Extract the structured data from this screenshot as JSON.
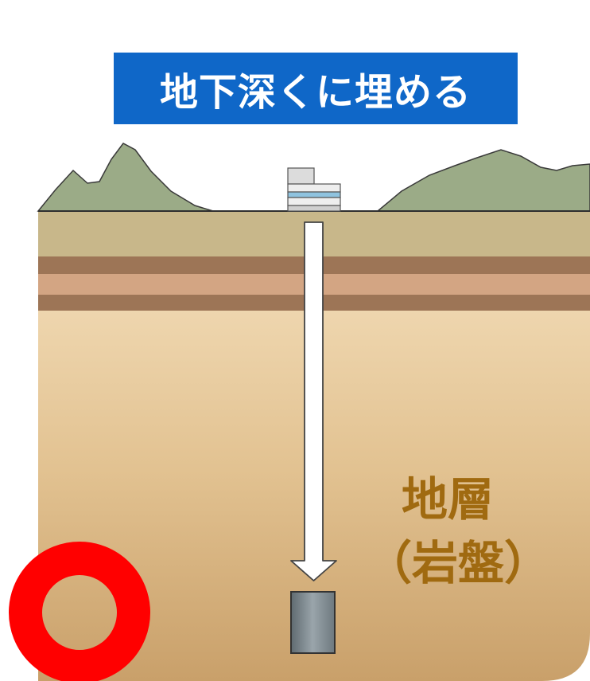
{
  "title": "地下深くに埋める",
  "stratum_label": {
    "line1": "地層",
    "line2": "（岩盤）"
  },
  "colors": {
    "title_background": "#0f67c8",
    "title_text": "#ffffff",
    "label_text": "#a06a10",
    "mountains": "#9bab87",
    "surface_layer": "#c8b78a",
    "dark_band": "#9d7556",
    "light_band": "#d3a583",
    "deep_ground_top": "#f6e2c0",
    "deep_ground_bottom": "#c9a06a",
    "waste_canister": "#7f8a90",
    "approval_mark": "#ff0000"
  },
  "icons": {
    "approval": "red-circle-maru-icon",
    "facility": "surface-facility-building-icon",
    "arrow": "down-arrow-icon",
    "canister": "waste-canister-icon"
  }
}
